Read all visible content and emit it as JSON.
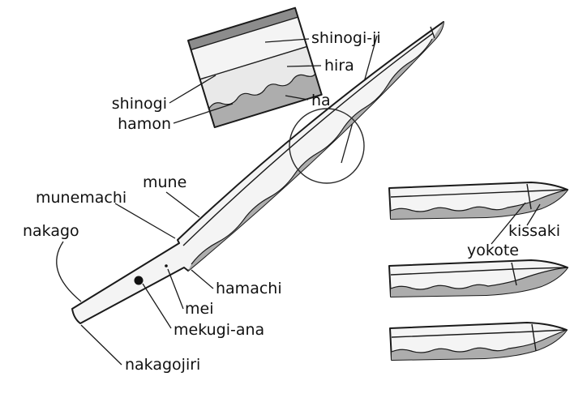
{
  "diagram": {
    "background": "#ffffff",
    "ink": "#1a1a1a",
    "colors": {
      "blade_fill": "#f4f4f4",
      "hira_fill": "#e9e9e9",
      "mune_band_fill": "#8c8c8c",
      "ha_fill": "#adadad",
      "mekugi_dot": "#111111"
    },
    "inset": {
      "labels": {
        "shinogi_ji": "shinogi-ji",
        "hira": "hira",
        "ha": "ha",
        "shinogi": "shinogi",
        "hamon": "hamon"
      }
    },
    "blade": {
      "labels": {
        "mune": "mune",
        "munemachi": "munemachi",
        "nakago": "nakago",
        "hamachi": "hamachi",
        "mei": "mei",
        "mekugi_ana": "mekugi-ana",
        "nakagojiri": "nakagojiri"
      }
    },
    "tips": {
      "labels": {
        "kissaki": "kissaki",
        "yokote": "yokote"
      }
    }
  }
}
